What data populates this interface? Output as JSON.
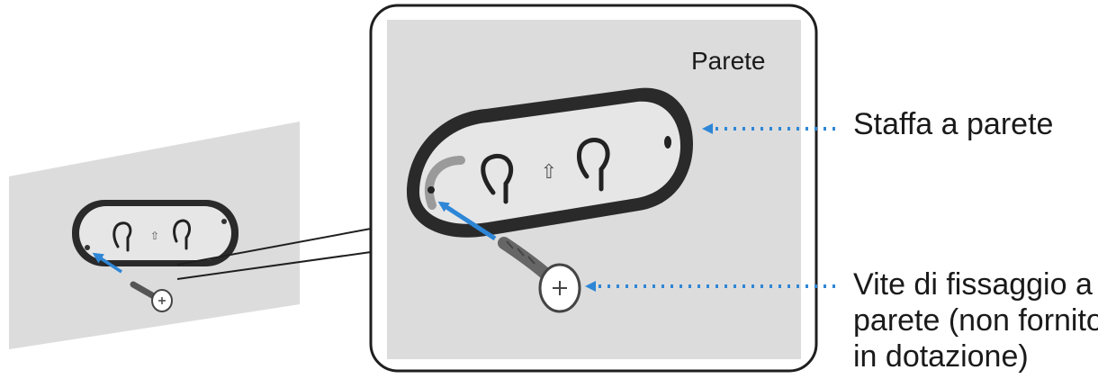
{
  "labels": {
    "wall": "Parete",
    "bracket": "Staffa a parete",
    "screw_lines": [
      "Vite di fissaggio a",
      "parete (non fornito",
      "in dotazione)"
    ]
  },
  "colors": {
    "wall_grey": "#dcdcdc",
    "bracket_outer": "#2a2a2a",
    "bracket_face": "#e6e6e6",
    "arrow_blue": "#2e86d6",
    "frame": "#1f1f1f"
  }
}
